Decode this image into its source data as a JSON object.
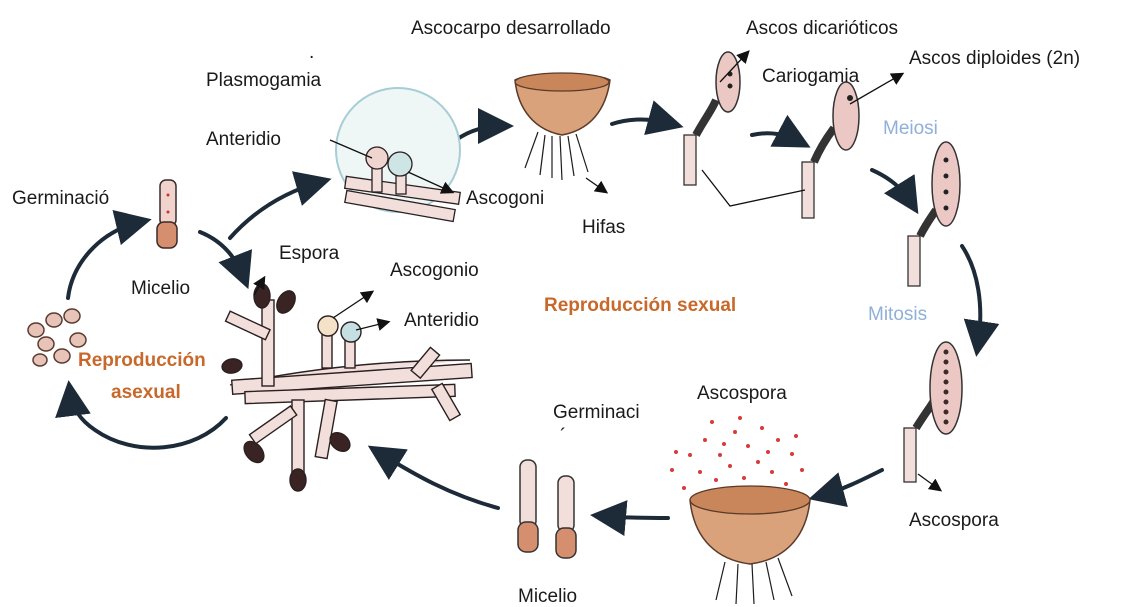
{
  "labels": {
    "dot": ".",
    "plasmogamia": "Plasmogamia",
    "anteridio_top": "Anteridio",
    "germinacio": "Germinació",
    "micelio_left": "Micelio",
    "espora": "Espora",
    "ascogoni": "Ascogoni",
    "ascocarpo": "Ascocarpo desarrollado",
    "hifas": "Hifas",
    "ascos_dicarioticos": "Ascos dicarióticos",
    "cariogamia": "Cariogamia",
    "ascos_diploides": "Ascos diploides (2n)",
    "meiosi": "Meiosi",
    "mitosis": "Mitosis",
    "ascogonio": "Ascogonio",
    "anteridio_mid": "Anteridio",
    "repro_sexual": "Reproducción sexual",
    "repro_asexual_1": "Reproducción",
    "repro_asexual_2": "asexual",
    "germinaci": "Germinaci",
    "germinaci_tail": "´",
    "ascospora_top": "Ascospora",
    "ascospora_right": "Ascospora",
    "micelio_bottom": "Micelio"
  },
  "colors": {
    "label_dark": "#1a1a1a",
    "label_blue": "#8fb0d8",
    "label_orange": "#c8692b",
    "spore_fill": "#e8c4b8",
    "asco_fill": "#ecc8c4",
    "ascocarp_fill": "#d9a27a",
    "spore_dots": "#d83a3a"
  }
}
